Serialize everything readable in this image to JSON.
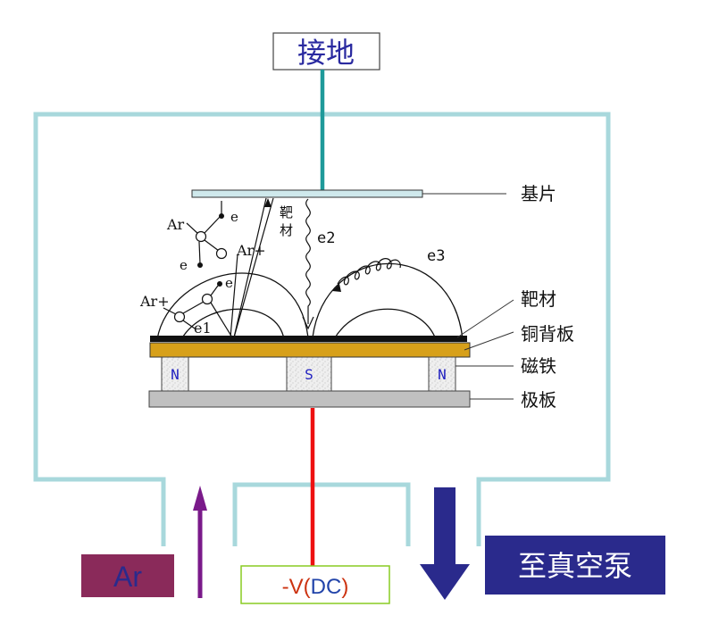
{
  "labels": {
    "ground": "接地",
    "substrate": "基片",
    "target": "靶材",
    "copper_backplate": "铜背板",
    "magnet": "磁铁",
    "pole_plate": "极板",
    "to_vacuum_pump": "至真空泵",
    "ar_inlet": "Ar",
    "voltage_prefix": "-V(",
    "voltage_dc": "DC",
    "voltage_suffix": ")"
  },
  "particles": {
    "ar_1": "Ar",
    "e_1": "e",
    "ar_plus_1": "Ar+",
    "e_2": "e",
    "ar_plus_2": "Ar+",
    "e_3": "e",
    "e_label_1": "e1",
    "target_vertical": "靶材",
    "e_label_2": "e2",
    "e_label_3": "e3"
  },
  "magnets": [
    "N",
    "S",
    "N"
  ],
  "colors": {
    "chamber": "#a8d8dc",
    "ground_wire": "#1f9a9a",
    "dc_wire": "#ee1111",
    "copper": "#d7a01a",
    "pole_plate": "#c0c0c0",
    "magnet_text": "#2020c0",
    "ar_box": "#8a2a5a",
    "ar_arrow": "#7a1a8a",
    "pump_arrow": "#2a2a8c",
    "pump_box": "#2a2a8c",
    "dc_border": "#88cc22",
    "dc_red_text": "#cc3311",
    "dc_blue_text": "#2244aa"
  }
}
